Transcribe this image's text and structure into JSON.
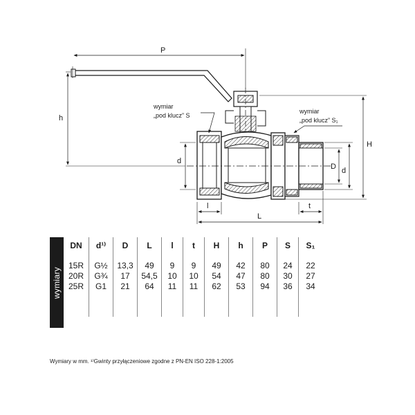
{
  "drawing": {
    "labels": {
      "P": "P",
      "h": "h",
      "H": "H",
      "d_left": "d",
      "D": "D",
      "d_right": "d",
      "l": "l",
      "t": "t",
      "L": "L"
    },
    "notes": {
      "wrench_s_line1": "wymiar",
      "wrench_s_line2": "„pod klucz” S",
      "wrench_s1_line1": "wymiar",
      "wrench_s1_line2": "„pod klucz” S₁"
    }
  },
  "table": {
    "side_label": "wymiary",
    "headers": [
      "DN",
      "d¹⁾",
      "D",
      "L",
      "l",
      "t",
      "H",
      "h",
      "P",
      "S",
      "S₁"
    ],
    "rows": [
      [
        "15R",
        "G½",
        "13,3",
        "49",
        "9",
        "9",
        "49",
        "42",
        "80",
        "24",
        "22"
      ],
      [
        "20R",
        "G¾",
        "17",
        "54,5",
        "10",
        "10",
        "54",
        "47",
        "80",
        "30",
        "27"
      ],
      [
        "25R",
        "G1",
        "21",
        "64",
        "11",
        "11",
        "62",
        "53",
        "94",
        "36",
        "34"
      ]
    ]
  },
  "footnote": "Wymiary w mm. ¹⁾Gwinty przyłączeniowe zgodne z PN-EN ISO 228-1:2005"
}
